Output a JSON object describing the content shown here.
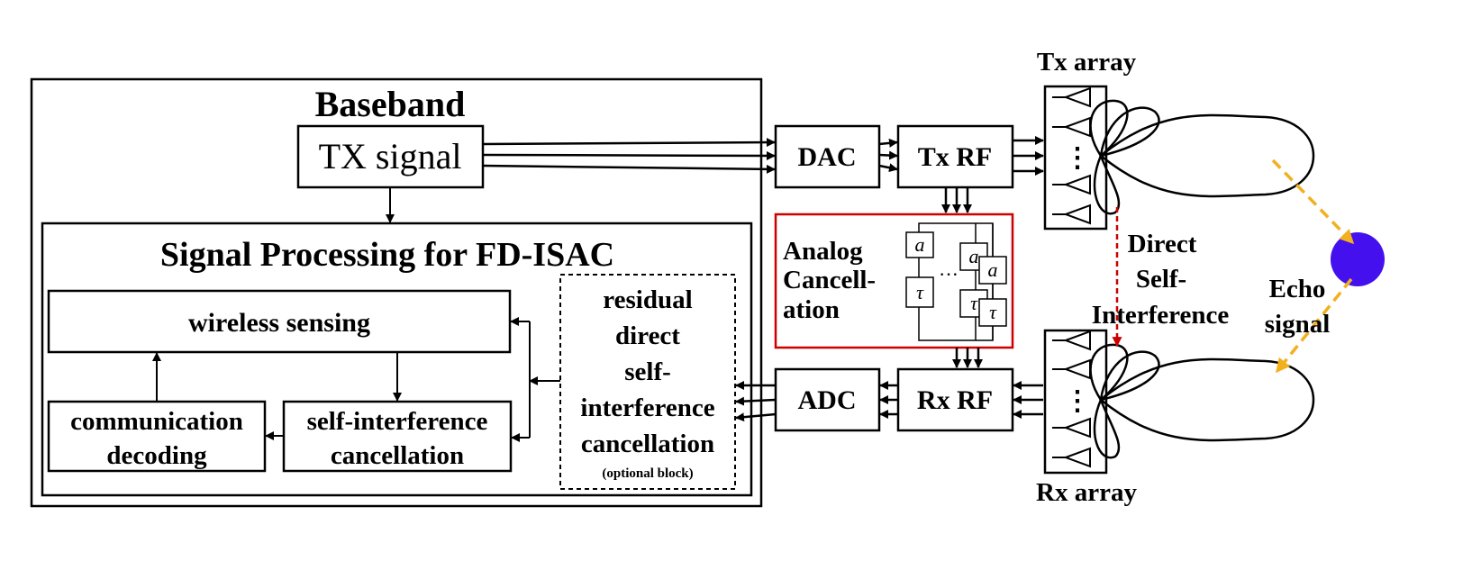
{
  "baseband": {
    "title": "Baseband",
    "tx_signal": "TX signal",
    "sp_title": "Signal Processing for FD-ISAC",
    "wireless_sensing": "wireless sensing",
    "comm_decoding": [
      "communication",
      "decoding"
    ],
    "sic": [
      "self-interference",
      "cancellation"
    ],
    "residual": [
      "residual",
      "direct",
      "self-",
      "interference",
      "cancellation"
    ],
    "optional": "(optional block)"
  },
  "rf": {
    "dac": "DAC",
    "tx_rf": "Tx RF",
    "adc": "ADC",
    "rx_rf": "Rx RF"
  },
  "analog": {
    "label": [
      "Analog",
      "Cancell-",
      "ation"
    ],
    "gain_symbol": "a",
    "delay_symbol": "τ",
    "ellipsis": "···"
  },
  "antennas": {
    "tx_label": "Tx array",
    "rx_label": "Rx array",
    "dots": "⋮"
  },
  "channel": {
    "direct_si": [
      "Direct",
      "Self-",
      "Interference"
    ],
    "echo": [
      "Echo",
      "signal"
    ]
  },
  "colors": {
    "line": "#000000",
    "analog_border": "#cc0000",
    "si_arrow": "#cc0000",
    "echo_arrow": "#f2b01e",
    "target": "#4411ee"
  }
}
